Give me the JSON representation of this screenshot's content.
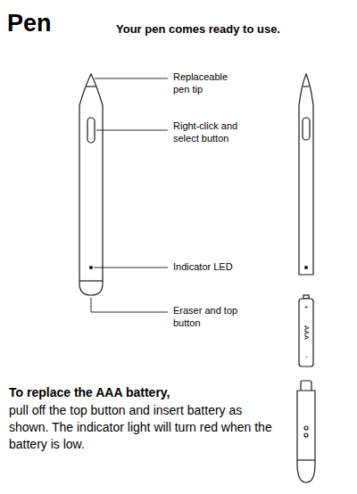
{
  "diagram": {
    "title": "Pen",
    "labels": [
      "Your pen comes ready to use.",
      "Replaceable pen tip",
      "Right-click and select button",
      "Indicator LED",
      "Eraser and top button",
      "+",
      "AAA",
      "-",
      "To replace the AAA battery,",
      "pull off the top button and insert battery as shown. The indicator light will turn red when the battery is low."
    ]
  }
}
